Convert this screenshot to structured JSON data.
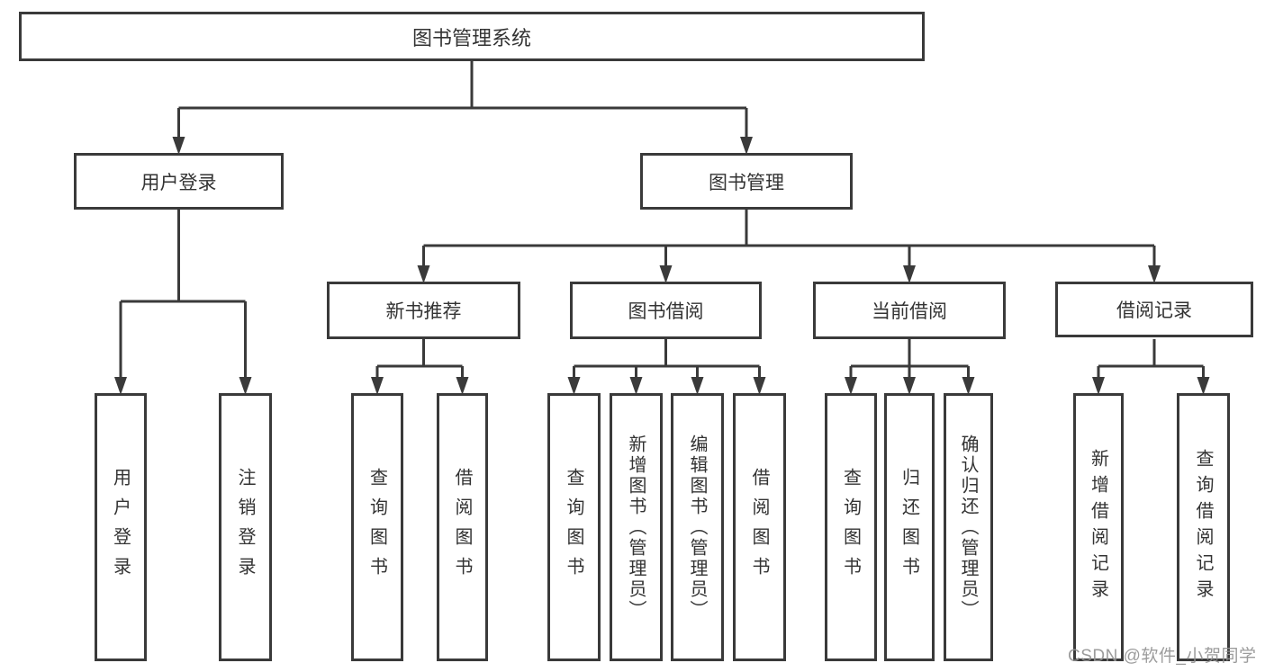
{
  "diagram": {
    "root": {
      "label": "图书管理系统"
    },
    "level2": [
      {
        "id": "user-login",
        "label": "用户登录"
      },
      {
        "id": "book-mgmt",
        "label": "图书管理"
      }
    ],
    "level3": [
      {
        "id": "new-book-rec",
        "label": "新书推荐"
      },
      {
        "id": "book-borrow",
        "label": "图书借阅"
      },
      {
        "id": "current-borrow",
        "label": "当前借阅"
      },
      {
        "id": "borrow-records",
        "label": "借阅记录"
      }
    ],
    "leaves": {
      "user_login": [
        "用户登录",
        "注销登录"
      ],
      "new_book_rec": [
        "查询图书",
        "借阅图书"
      ],
      "book_borrow": [
        "查询图书",
        "新增图书（管理员）",
        "编辑图书（管理员）",
        "借阅图书"
      ],
      "current_borrow": [
        "查询图书",
        "归还图书",
        "确认归还（管理员）"
      ],
      "borrow_records": [
        "新增借阅记录",
        "查询借阅记录"
      ]
    }
  },
  "watermark": {
    "text": "CSDN @软件_小贺同学",
    "color": "#949494"
  },
  "colors": {
    "line": "#3a3a3a",
    "box_border": "#3a3a3a",
    "box_fill": "#ffffff",
    "text": "#333333",
    "background": "#ffffff"
  }
}
